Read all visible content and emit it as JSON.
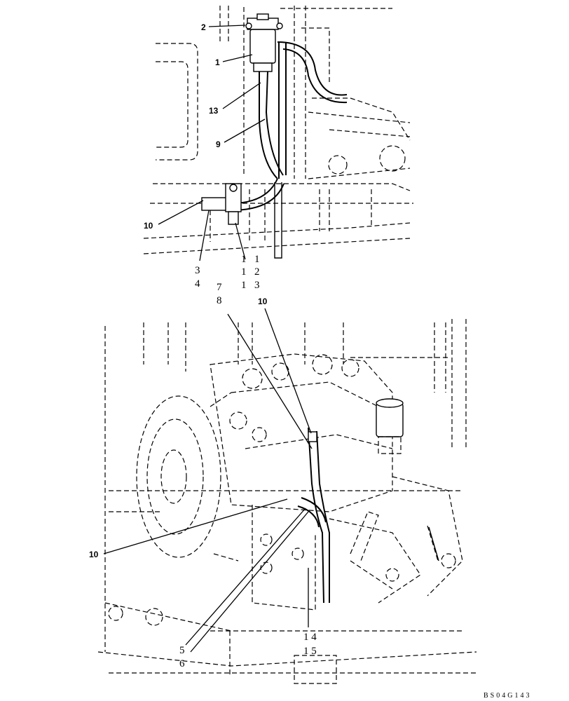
{
  "callouts_top": {
    "c2": "2",
    "c1": "1",
    "c13": "13",
    "c9": "9",
    "c10": "10",
    "c3": "3",
    "c4": "4",
    "c11a": "1 1",
    "c11b": "1 1",
    "c12": "1 2",
    "c13b": "1 3"
  },
  "callouts_bottom": {
    "c7": "7",
    "c8": "8",
    "c10a": "10",
    "c10b": "10",
    "c5": "5",
    "c6": "6",
    "c14": "1 4",
    "c15": "1 5"
  },
  "drawing_id": "BS04G143"
}
